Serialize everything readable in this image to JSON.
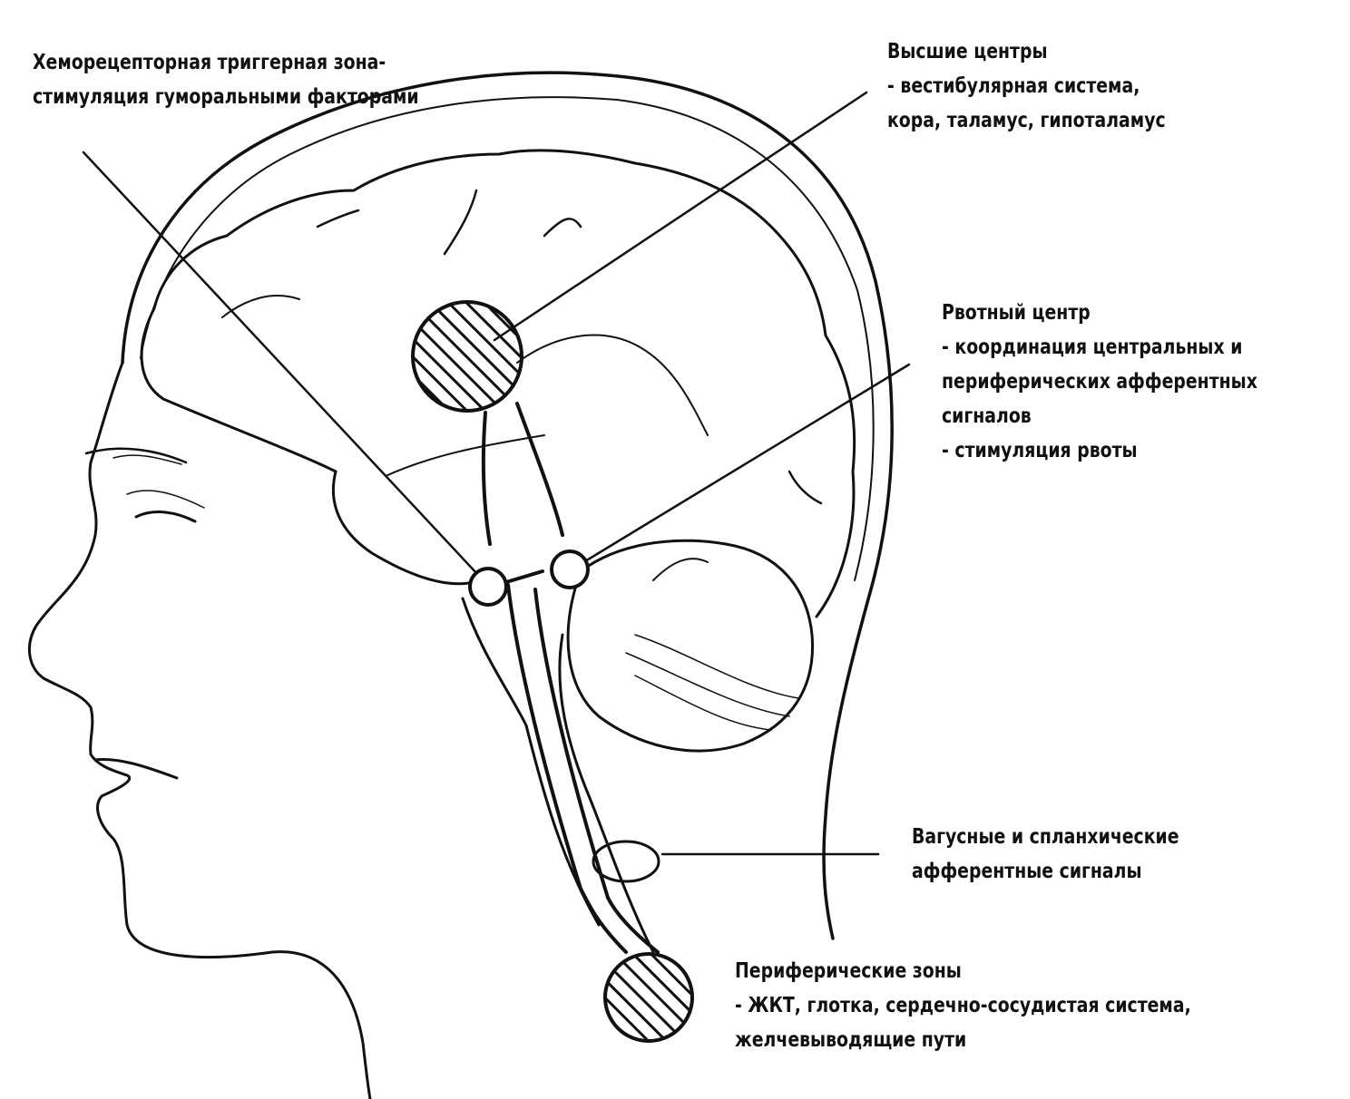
{
  "labels": {
    "chemoreceptor": {
      "lines": [
        "Хеморецепторная триггерная зона-",
        "стимуляция гуморальными факторами"
      ]
    },
    "higher_centers": {
      "lines": [
        "Высшие центры",
        "- вестибулярная система,",
        "кора, таламус, гипоталамус"
      ]
    },
    "vomiting_center": {
      "lines": [
        "Рвотный центр",
        "- координация центральных и",
        "периферических афферентных",
        "сигналов",
        "- стимуляция рвоты"
      ]
    },
    "vagal": {
      "lines": [
        "Вагусные и спланхические",
        "афферентные сигналы"
      ]
    },
    "peripheral": {
      "lines": [
        "Периферические зоны",
        "- ЖКТ, глотка, сердечно-сосудистая система,",
        "желчевыводящие пути"
      ]
    }
  },
  "colors": {
    "ink": "#111111",
    "background": "#ffffff"
  }
}
